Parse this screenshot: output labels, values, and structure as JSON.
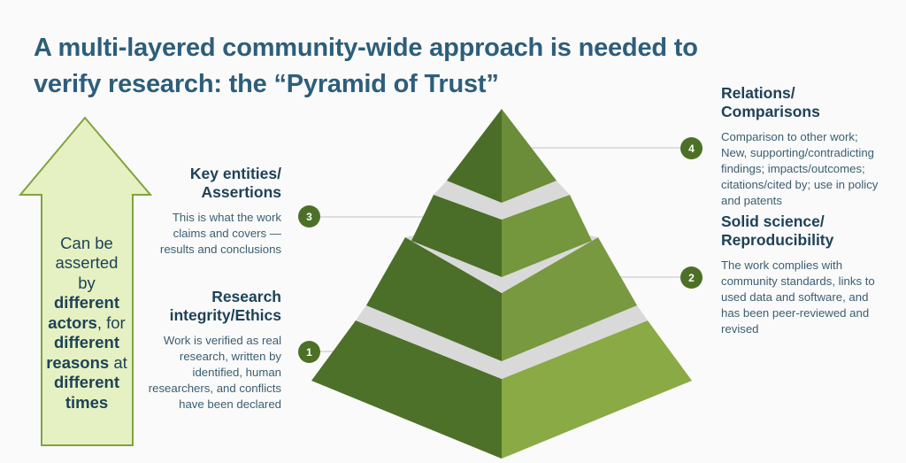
{
  "title": "A multi-layered community-wide approach is needed to\nverify research: the “Pyramid of Trust”",
  "arrow": {
    "part1": "Can be\nasserted\nby\n",
    "part2": "different\nactors",
    "part3": ", for\n",
    "part4": "different\nreasons",
    "part5": " at\n",
    "part6": "different\ntimes"
  },
  "sections": {
    "key_entities": {
      "num": "3",
      "heading": "Key entities/\nAssertions",
      "body": "This is what the work\nclaims and covers —\nresults and conclusions"
    },
    "research_integrity": {
      "num": "1",
      "heading": "Research\nintegrity/Ethics",
      "body": "Work is verified as real\nresearch, written by\nidentified, human\nresearchers, and conflicts\nhave been declared"
    },
    "relations": {
      "num": "4",
      "heading": "Relations/\nComparisons",
      "body": "Comparison to other work;\nNew, supporting/contradicting\nfindings; impacts/outcomes;\ncitations/cited by; use in policy\nand patents"
    },
    "solid_science": {
      "num": "2",
      "heading": "Solid science/\nReproducibility",
      "body": "The work complies with\ncommunity standards, links to\nused data and software, and\nhas been peer-reviewed and\nrevised"
    }
  },
  "colors": {
    "background": "#fafafa",
    "title_text": "#2d5e7b",
    "heading_text": "#1e4257",
    "body_text": "#3c5e71",
    "arrow_fill": "#e5f1c2",
    "arrow_border": "#80a33e",
    "arrow_text": "#1e4257",
    "circle_fill": "#4c7026",
    "circle_text": "#ffffff",
    "connector_line": "#d4d4d4",
    "separator": "#d9d9d9",
    "layer4_left": "#4a6e28",
    "layer3_left": "#4a6e28",
    "layer2_left": "#4b6f28",
    "layer1_left": "#4d7128",
    "layer4_right": "#6b8c38",
    "layer3_right": "#74963c",
    "layer2_right": "#78993f",
    "layer1_right": "#8aaa45"
  }
}
